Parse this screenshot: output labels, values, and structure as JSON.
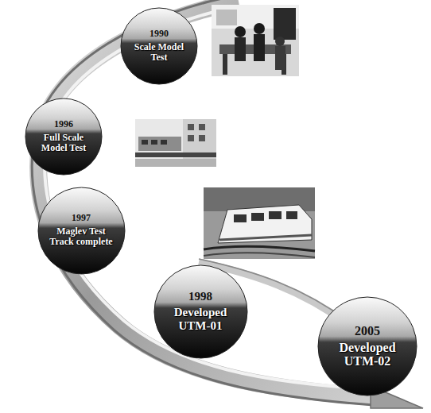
{
  "diagram": {
    "nodes": [
      {
        "text": [
          "1990",
          "Scale Model Test"
        ]
      },
      {
        "text": [
          "1996",
          "Full Scale Model Test"
        ]
      },
      {
        "text": [
          "1997",
          "Maglev Test Track complete"
        ]
      },
      {
        "text": [
          "1998",
          "Developed UTM-01"
        ]
      },
      {
        "text": [
          "2005",
          "Developed UTM-02"
        ]
      }
    ]
  }
}
